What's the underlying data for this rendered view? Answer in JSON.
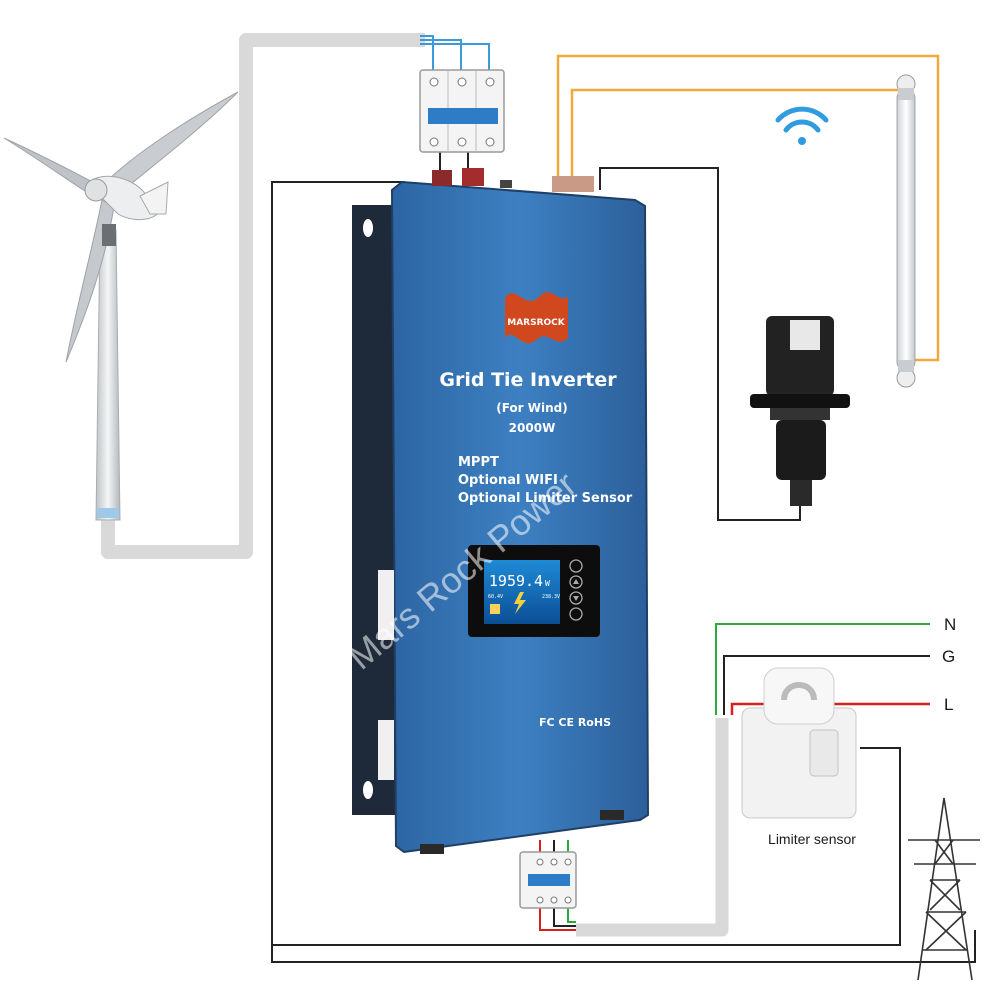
{
  "inverter": {
    "brand": "MARSROCK",
    "title": "Grid Tie Inverter",
    "subtitle": "(For Wind)",
    "power": "2000W",
    "features": [
      "MPPT",
      "Optional WIFI",
      "Optional Limiter Sensor"
    ],
    "certifications": "FC CE RoHS",
    "display": {
      "reading": "1959.4",
      "unit": "W",
      "left_value": "60.4V",
      "right_value": "238.3V"
    }
  },
  "watermark": "Mars Rock Power",
  "grid_lines": [
    "N",
    "G",
    "L"
  ],
  "limiter_label": "Limiter sensor",
  "colors": {
    "inverter_body": "#3a78b8",
    "inverter_dark": "#1f3f66",
    "ac_cable": "#d8d8d8",
    "dc_wire": "#3b9ad9",
    "wifi_wire": "#f2a93b",
    "neutral_wire": "#2bab3b",
    "live_wire": "#d62020",
    "ground_wire": "#222222",
    "wifi_icon": "#2f9be0"
  }
}
